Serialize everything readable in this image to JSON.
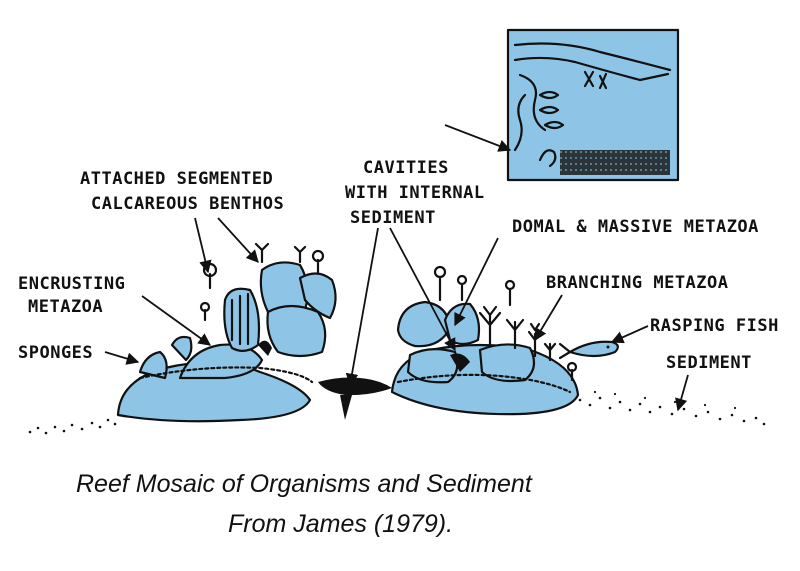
{
  "labels": {
    "attached_1": "ATTACHED SEGMENTED",
    "attached_2": "CALCAREOUS BENTHOS",
    "cavities_1": "CAVITIES",
    "cavities_2": "WITH INTERNAL",
    "cavities_3": "SEDIMENT",
    "domal": "DOMAL & MASSIVE METAZOA",
    "encrusting_1": "ENCRUSTING",
    "encrusting_2": "METAZOA",
    "branching": "BRANCHING METAZOA",
    "sponges": "SPONGES",
    "rasping_fish": "RASPING FISH",
    "sediment": "SEDIMENT"
  },
  "caption": {
    "line1": "Reef Mosaic of Organisms and Sediment",
    "line2": "From James (1979)."
  },
  "colors": {
    "organism_fill": "#8ec5e6",
    "ink": "#111111",
    "background": "#ffffff"
  }
}
